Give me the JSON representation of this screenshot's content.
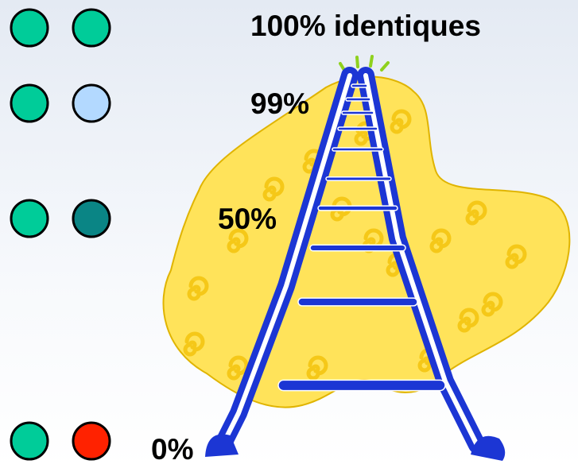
{
  "labels": {
    "title": "100% identiques",
    "p99": "99%",
    "p50": "50%",
    "p0": "0%"
  },
  "icons": [
    "dot-icon",
    "swirl-blob",
    "ladder-icon"
  ],
  "colors": {
    "left_dot": "#00cc99",
    "right_dot_99": "#b3d9ff",
    "right_dot_50": "#0a8585",
    "right_dot_0": "#ff2200",
    "blob": "#ffe35a",
    "swirl": "#f5c818",
    "ladder": "#1c36d4",
    "spark": "#8fd11e"
  }
}
